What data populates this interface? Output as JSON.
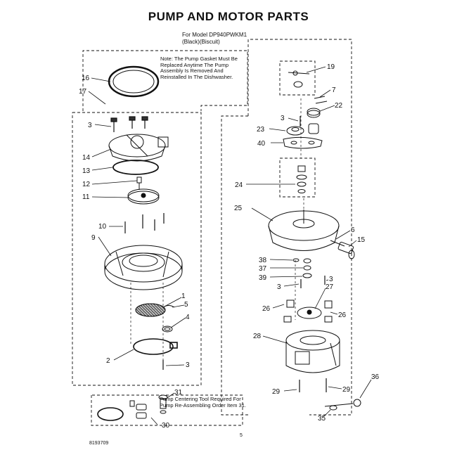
{
  "title": "PUMP AND MOTOR PARTS",
  "model_line1": "For Model DP940PWKM1",
  "model_line2": "(Black)(Biscuit)",
  "note_gasket": "Note: The Pump Gasket Must Be Replaced Anytime The Pump Assembly Is Removed And Reinstalled In The Dishwasher.",
  "note_tool": "Pump Centering Tool Required For Pump Re-Assembling Order Item 31.",
  "doc_number": "8193709",
  "page_number": "5",
  "callouts": [
    {
      "id": "c16",
      "text": "16"
    },
    {
      "id": "c17",
      "text": "17"
    },
    {
      "id": "c3a",
      "text": "3"
    },
    {
      "id": "c14",
      "text": "14"
    },
    {
      "id": "c13",
      "text": "13"
    },
    {
      "id": "c12",
      "text": "12"
    },
    {
      "id": "c11",
      "text": "11"
    },
    {
      "id": "c10",
      "text": "10"
    },
    {
      "id": "c9",
      "text": "9"
    },
    {
      "id": "c1",
      "text": "1"
    },
    {
      "id": "c5",
      "text": "5"
    },
    {
      "id": "c4",
      "text": "4"
    },
    {
      "id": "c2",
      "text": "2"
    },
    {
      "id": "c3b",
      "text": "3"
    },
    {
      "id": "c31",
      "text": "31"
    },
    {
      "id": "c30",
      "text": "30"
    },
    {
      "id": "c19",
      "text": "19"
    },
    {
      "id": "c7",
      "text": "7"
    },
    {
      "id": "c22",
      "text": "22"
    },
    {
      "id": "c3c",
      "text": "3"
    },
    {
      "id": "c23",
      "text": "23"
    },
    {
      "id": "c40",
      "text": "40"
    },
    {
      "id": "c24",
      "text": "24"
    },
    {
      "id": "c25",
      "text": "25"
    },
    {
      "id": "c6",
      "text": "6"
    },
    {
      "id": "c15",
      "text": "15"
    },
    {
      "id": "c38",
      "text": "38"
    },
    {
      "id": "c37",
      "text": "37"
    },
    {
      "id": "c39",
      "text": "39"
    },
    {
      "id": "c3d",
      "text": "3"
    },
    {
      "id": "c3e",
      "text": "3"
    },
    {
      "id": "c27",
      "text": "27"
    },
    {
      "id": "c26a",
      "text": "26"
    },
    {
      "id": "c26b",
      "text": "26"
    },
    {
      "id": "c28",
      "text": "28"
    },
    {
      "id": "c29a",
      "text": "29"
    },
    {
      "id": "c29b",
      "text": "29"
    },
    {
      "id": "c36",
      "text": "36"
    },
    {
      "id": "c35",
      "text": "35"
    }
  ]
}
